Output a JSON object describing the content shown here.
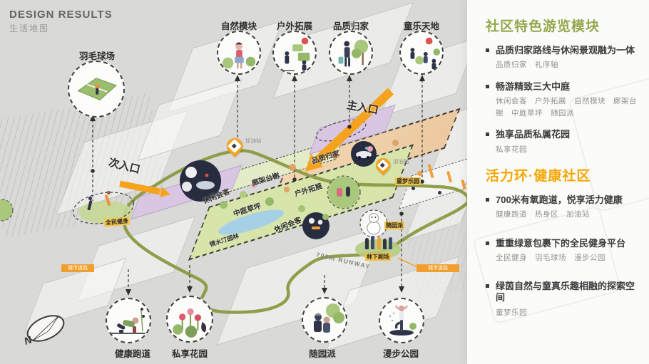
{
  "header": {
    "title": "DESIGN RESULTS",
    "subtitle": "生活地图"
  },
  "callouts": {
    "left": {
      "label": "羽毛球场"
    },
    "top": [
      {
        "label": "自然模块"
      },
      {
        "label": "户外拓展"
      },
      {
        "label": "品质归家"
      },
      {
        "label": "童乐天地"
      }
    ],
    "bottom": [
      {
        "label": "健康跑道"
      },
      {
        "label": "私享花园"
      },
      {
        "label": "随园派"
      },
      {
        "label": "漫步公园"
      }
    ]
  },
  "plan": {
    "main_entrance": "主入口",
    "secondary_entrance": "次入口",
    "runway_label": "700m RUNWAY",
    "compass": "N",
    "labels": {
      "gallery_steps": "廊架台榭",
      "lounge_a": "休闲会客",
      "courtyard_lawn": "中庭草坪",
      "lounge_b": "休闲会客",
      "outdoor_zone": "户外拓展",
      "homecoming": "品质归家",
      "mirror_water": "镜水汀园林",
      "fitness": "全民健身",
      "kids_park": "童梦乐园",
      "suiyuan": "随园派",
      "forest_stage": "林下剧场",
      "station_a": "加油站",
      "station_b": "加油站"
    },
    "road_tags": [
      {
        "label": "城市道路"
      },
      {
        "label": "城市道路"
      }
    ]
  },
  "sidebar": {
    "sections": [
      {
        "heading": "社区特色游览模块",
        "accent_color": "#93a84c",
        "items": [
          {
            "title": "品质归家路线与休闲景观融为一体",
            "tags": [
              "品质归家",
              "礼序轴"
            ]
          },
          {
            "title": "畅游精致三大中庭",
            "tags": [
              "休闲会客",
              "户外拓展",
              "自然模块",
              "廊架台榭",
              "中庭草坪",
              "随园派"
            ]
          },
          {
            "title": "独享品质私属花园",
            "tags": [
              "私享花园"
            ]
          }
        ]
      },
      {
        "heading": "活力环·健康社区",
        "accent_color": "#f7a600",
        "items": [
          {
            "title": "700米有氧跑道，悦享活力健康",
            "tags": [
              "健康跑道",
              "热身区",
              "加油站"
            ]
          },
          {
            "title": "重重绿意包裹下的全民健身平台",
            "tags": [
              "全民健身",
              "羽毛球场",
              "漫步公园"
            ]
          },
          {
            "title": "绿茵自然与童真乐趣相融的探索空间",
            "tags": [
              "童梦乐园"
            ]
          }
        ]
      }
    ]
  },
  "colors": {
    "accent_green": "#93a84c",
    "accent_orange": "#f7a600",
    "runway_path": "#8b9a42",
    "entry_arrow": "#f5a31c"
  }
}
